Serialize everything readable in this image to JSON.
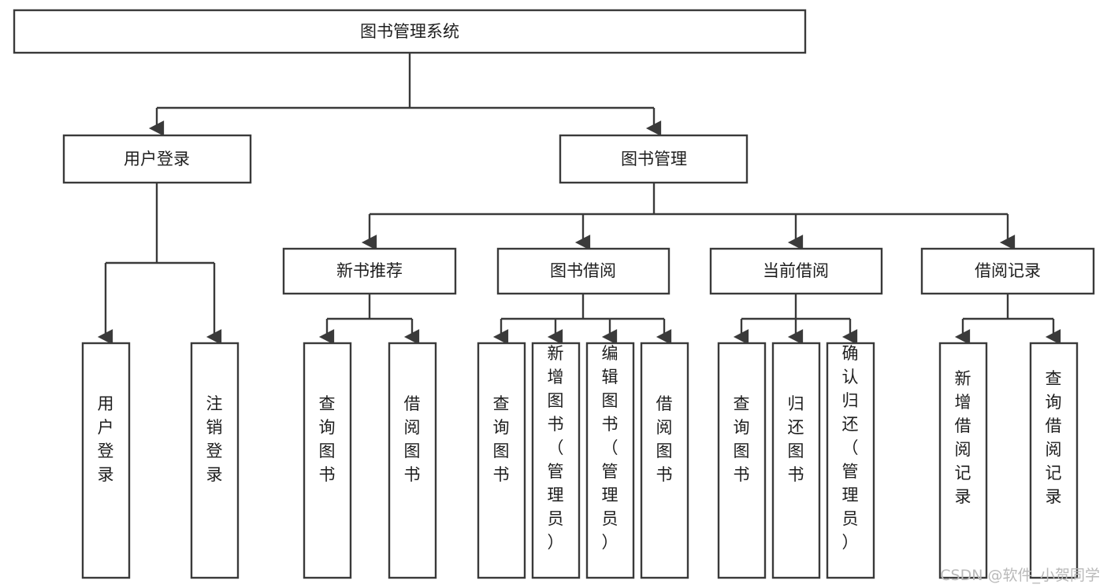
{
  "diagram": {
    "type": "tree-hierarchy",
    "title": "图书管理系统",
    "orientation": "top-down",
    "colors": {
      "box_stroke": "#3a3a3a",
      "box_fill": "#ffffff",
      "connector": "#3a3a3a",
      "text": "#1d1d1d",
      "watermark": "#b9b9b9",
      "background": "#ffffff"
    }
  },
  "root": {
    "label": "图书管理系统"
  },
  "level2": [
    {
      "label": "用户登录"
    },
    {
      "label": "图书管理"
    }
  ],
  "level3": [
    {
      "label": "新书推荐"
    },
    {
      "label": "图书借阅"
    },
    {
      "label": "当前借阅"
    },
    {
      "label": "借阅记录"
    }
  ],
  "leaves": {
    "user_login": [
      {
        "label": "用户登录",
        "chars": [
          "用",
          "户",
          "登",
          "录"
        ]
      },
      {
        "label": "注销登录",
        "chars": [
          "注",
          "销",
          "登",
          "录"
        ]
      }
    ],
    "new_book_recommend": [
      {
        "label": "查询图书",
        "chars": [
          "查",
          "询",
          "图",
          "书"
        ]
      },
      {
        "label": "借阅图书",
        "chars": [
          "借",
          "阅",
          "图",
          "书"
        ]
      }
    ],
    "book_borrow": [
      {
        "label": "查询图书",
        "chars": [
          "查",
          "询",
          "图",
          "书"
        ]
      },
      {
        "label": "新增图书（管理员）",
        "chars": [
          "新",
          "增",
          "图",
          "书",
          "（",
          "管",
          "理",
          "员",
          "）"
        ]
      },
      {
        "label": "编辑图书（管理员）",
        "chars": [
          "编",
          "辑",
          "图",
          "书",
          "（",
          "管",
          "理",
          "员",
          "）"
        ]
      },
      {
        "label": "借阅图书",
        "chars": [
          "借",
          "阅",
          "图",
          "书"
        ]
      }
    ],
    "current_borrow": [
      {
        "label": "查询图书",
        "chars": [
          "查",
          "询",
          "图",
          "书"
        ]
      },
      {
        "label": "归还图书",
        "chars": [
          "归",
          "还",
          "图",
          "书"
        ]
      },
      {
        "label": "确认归还（管理员）",
        "chars": [
          "确",
          "认",
          "归",
          "还",
          "（",
          "管",
          "理",
          "员",
          "）"
        ]
      }
    ],
    "borrow_record": [
      {
        "label": "新增借阅记录",
        "chars": [
          "新",
          "增",
          "借",
          "阅",
          "记",
          "录"
        ]
      },
      {
        "label": "查询借阅记录",
        "chars": [
          "查",
          "询",
          "借",
          "阅",
          "记",
          "录"
        ]
      }
    ]
  },
  "watermark": {
    "text": "CSDN @软件_小贺同学"
  }
}
